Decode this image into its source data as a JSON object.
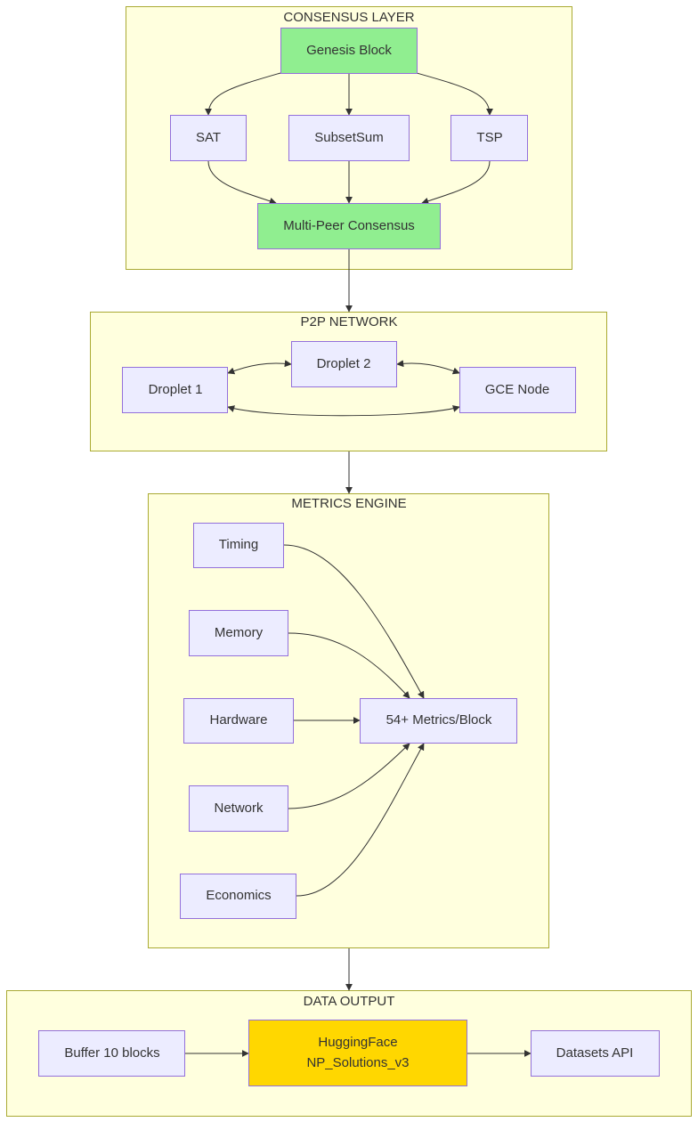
{
  "clusters": {
    "consensus": "CONSENSUS LAYER",
    "p2p": "P2P NETWORK",
    "metrics": "METRICS ENGINE",
    "output": "DATA OUTPUT"
  },
  "nodes": {
    "genesis": "Genesis Block",
    "sat": "SAT",
    "subsetsum": "SubsetSum",
    "tsp": "TSP",
    "consensus": "Multi-Peer Consensus",
    "droplet1": "Droplet 1",
    "droplet2": "Droplet 2",
    "gce": "GCE Node",
    "timing": "Timing",
    "memory": "Memory",
    "hardware": "Hardware",
    "network": "Network",
    "economics": "Economics",
    "metrics_block": "54+ Metrics/Block",
    "buffer": "Buffer 10 blocks",
    "hf_line1": "HuggingFace",
    "hf_line2": "NP_Solutions_v3",
    "datasets": "Datasets API"
  },
  "colors": {
    "cluster_fill": "#ffffde",
    "cluster_stroke": "#aaaa33",
    "node_fill": "#ececff",
    "node_stroke": "#9370db",
    "highlight_green": "#90ee90",
    "highlight_gold": "#ffd700"
  }
}
